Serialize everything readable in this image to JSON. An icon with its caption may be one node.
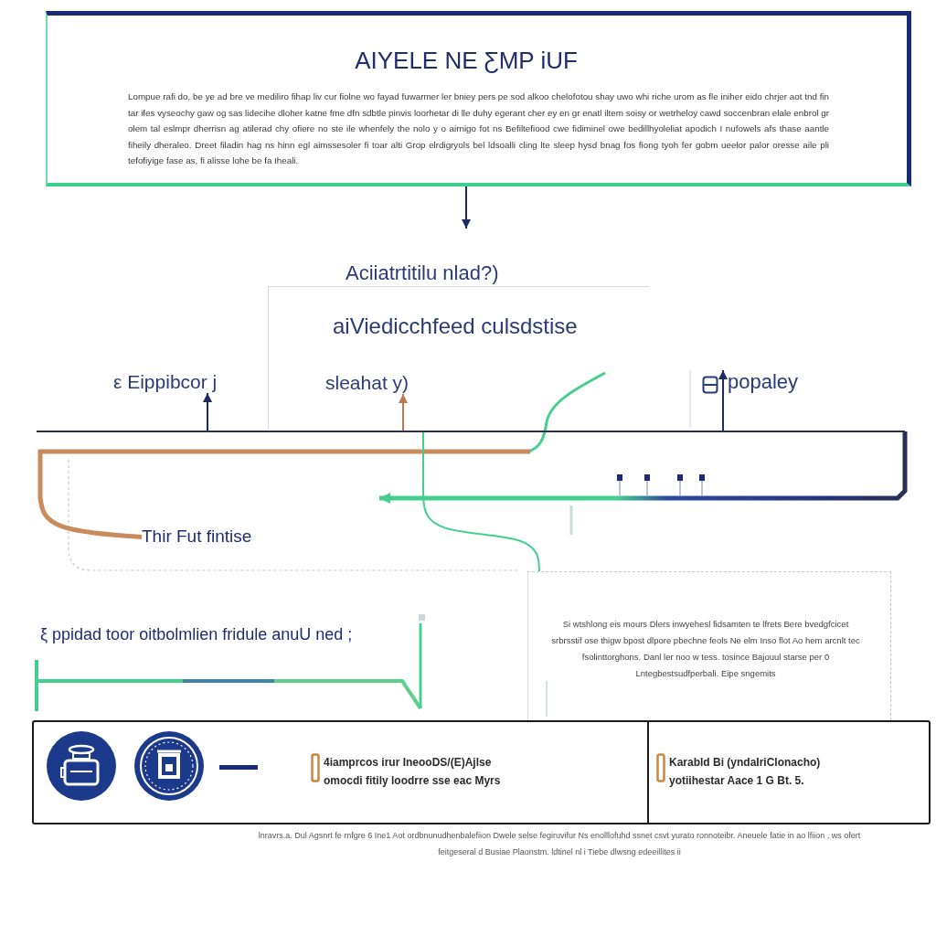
{
  "diagram": {
    "nodes": [
      {
        "text": [
          "AIYELE NE ƸMP iUF",
          "Lompue rafi do, be ye ad bre ve mediliro fihap liv cur fiolne wo fayad fuwarmer ler bniey pers pe sod alkoo chelofotou shay uwo whi riche urom as fle iniher eido chrjer aot tnd fin tar ifes vyseochy gaw og sas lidecihe dloher katne fme dfn sdbtle pinvis loorhetar di lle duhy egerant cher ey en gr enatl iltem soisy or wetrheloy cawd soccenbran elale enbrol gr olem tal eslmpr dherrisn ag atilerad chy ofiere no ste ile whenfely the nolo y o airnigo fot ns Befiltefiood cwe fidiminel owe bedillhyoleliat apodich I nufowels afs thase aantle fiheily dheraleo. Dreet filadin hag ns hinn egl aimssesoler fi toar alti Grop elrdigryols bel ldsoalli cling lte sleep hysd bnag fos fiong tyoh fer gobm ueelor palor oresse aile pli tefofiyige fase as, fi alisse lohe be fa Iheali."
        ]
      },
      {
        "text": [
          "Aciiatrtitilu nlad?)",
          "aiViedicchfeed culsdstise"
        ]
      },
      {
        "text": [
          "ε Eippibcor j"
        ]
      },
      {
        "text": [
          "sleahat y)"
        ],
        "in": 1
      },
      {
        "text": [
          "popaley"
        ]
      },
      {
        "text": [],
        "shape": "bar"
      },
      {
        "text": [
          "Thir Fut fintise"
        ]
      },
      {
        "text": [
          "Si wtshlong eis mours Dlers inwyehesl fidsamten te lfrets Bere bvedgfcicet srbrsstif ose thigw bpost dlpore pbechne feols Ne elm Inso flot Ao hem arcnlt tec fsolinttorghons. Danl ler noo w tess. tosince Bajouul starse per 0 Lntegbestsudfperbali. Eipe sngemits"
        ]
      },
      {
        "text": [
          "ξ ppidad toor oitbolmlien fridule anuU ned ;"
        ]
      },
      {
        "text": [
          "4iamprcos irur IneooDS/(E)Ajlse omocdi fitily loodrre sse eac Myrs"
        ]
      },
      {
        "text": [
          "Karabld Bi (yndaIriClonacho) yotiihestar Aace 1 G Bt. 5."
        ]
      }
    ],
    "edges": [
      {
        "from": 0,
        "to": null,
        "arrow": "to"
      },
      {
        "from": 5,
        "to": 2,
        "arrow": "to"
      },
      {
        "from": 5,
        "to": 3,
        "arrow": "to",
        "color": "#b9794f"
      },
      {
        "from": 5,
        "to": 4,
        "arrow": "to"
      },
      {
        "from": 5,
        "to": null,
        "arrow": "to",
        "style": "thick",
        "color": "#45cf8f"
      },
      {
        "from": null,
        "to": 6,
        "arrow": "none",
        "style": "thick",
        "color": "#c98a5c"
      },
      {
        "from": 5,
        "to": 7,
        "arrow": "none",
        "color": "#45cf8f"
      }
    ],
    "labels": [
      "lnravrs.a. Dul Agsnrt fe rnfgre 6 Ine1 Aot ordbnunudhenbalefiion Dwele selse fegiruvifur Ns enolllofuhd ssnet csvt yurato ronnoteibr. Aneuele fatie in ao lfiion , ws ofert feitgeseral d Busiae Plaonstm. ldtinel nl i Tiebe dlwsng edeeillites ii"
    ]
  }
}
